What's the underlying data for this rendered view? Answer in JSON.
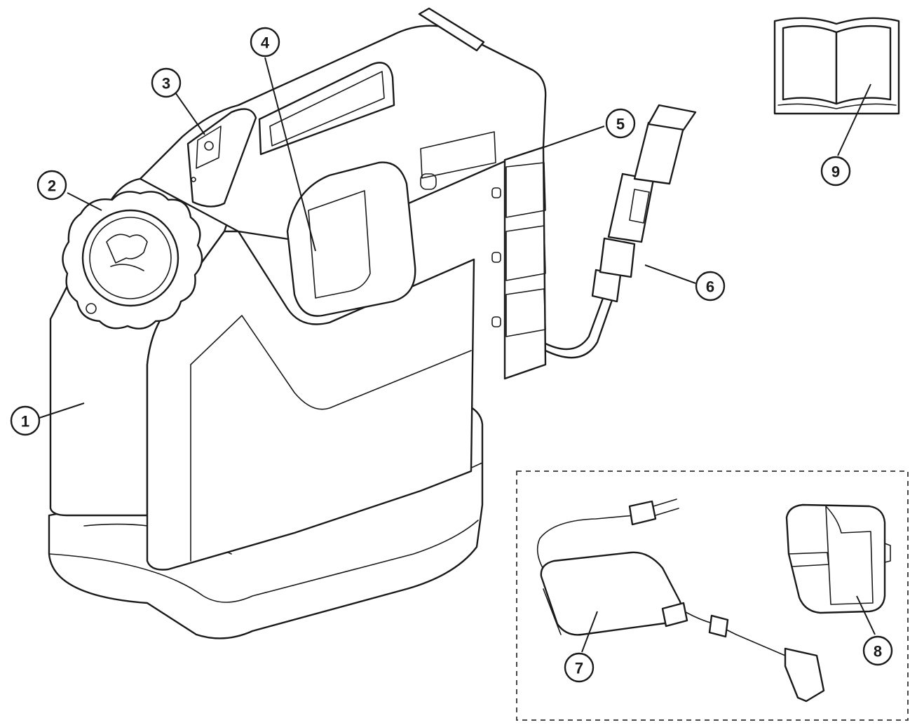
{
  "callouts": [
    {
      "label": "1"
    },
    {
      "label": "2"
    },
    {
      "label": "3"
    },
    {
      "label": "4"
    },
    {
      "label": "5"
    },
    {
      "label": "6"
    },
    {
      "label": "7"
    },
    {
      "label": "8"
    },
    {
      "label": "9"
    }
  ],
  "colors": {
    "ink": "#1a1a1a",
    "background": "#ffffff"
  }
}
